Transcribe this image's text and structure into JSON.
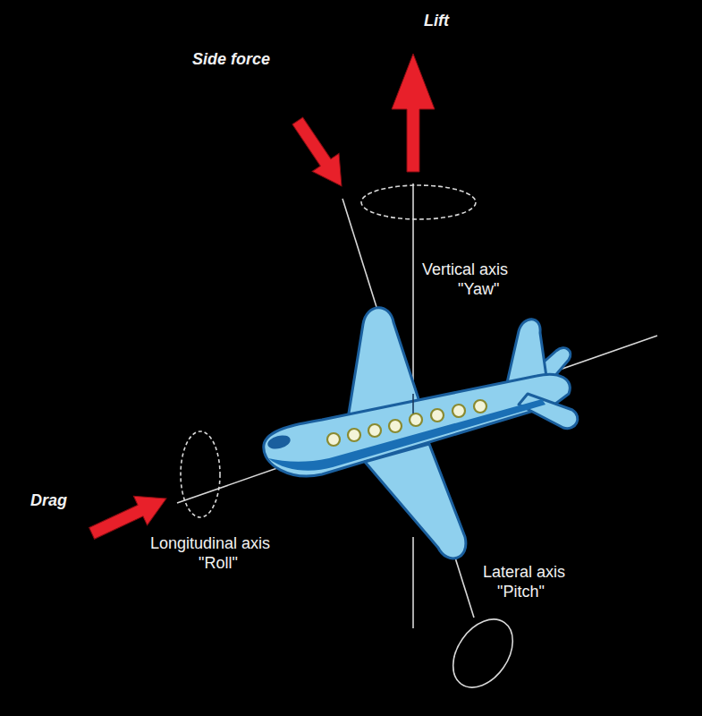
{
  "diagram": {
    "labels": [
      "Side force",
      "Lift",
      "Vertical axis",
      "\"Yaw\"",
      "Drag",
      "Longitudinal axis",
      "\"Roll\"",
      "Lateral axis",
      "\"Pitch\""
    ]
  }
}
